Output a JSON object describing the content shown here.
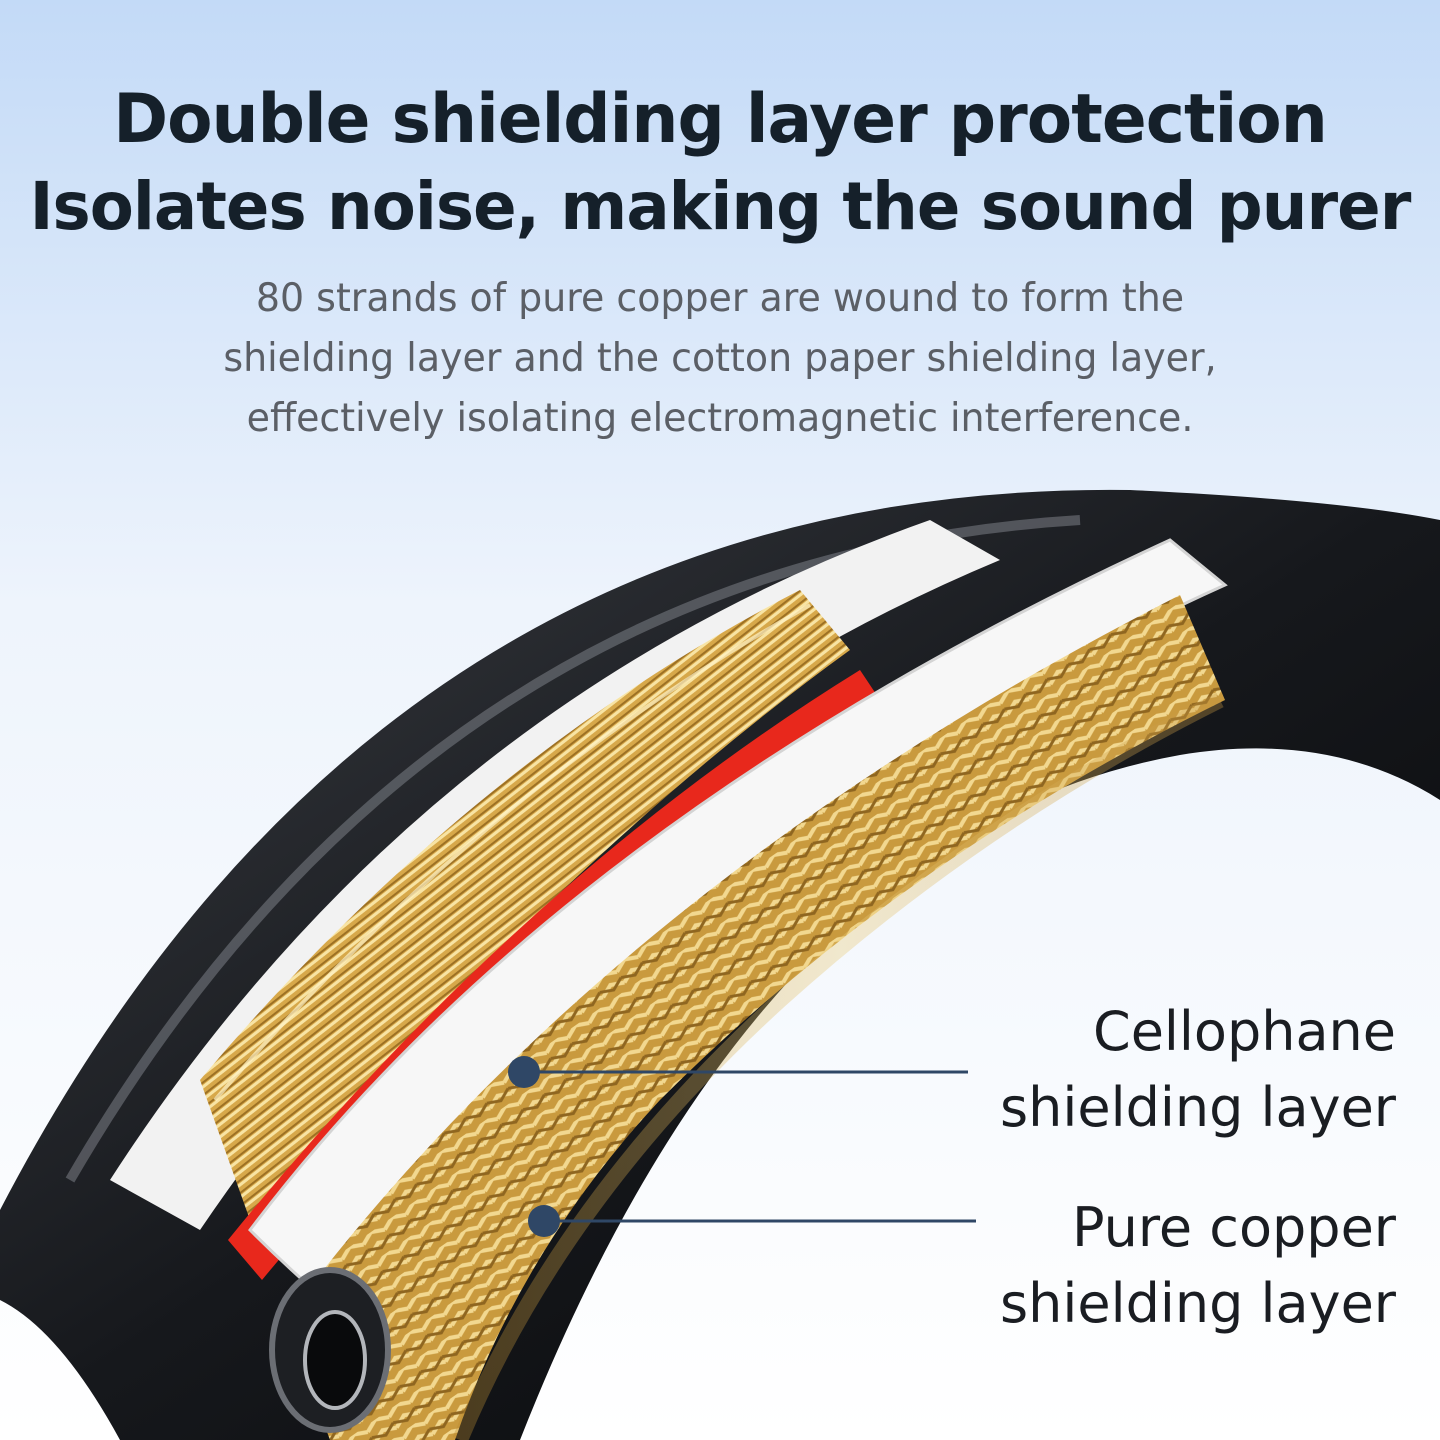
{
  "headline": {
    "line1": "Double shielding layer protection",
    "line2": "Isolates noise, making the sound purer"
  },
  "description": {
    "lines": [
      "80 strands of pure copper are wound to form the",
      "shielding layer and the cotton paper shielding layer,",
      "effectively isolating electromagnetic interference."
    ]
  },
  "callouts": [
    {
      "line1": "Cellophane",
      "line2": "shielding layer"
    },
    {
      "line1": "Pure copper",
      "line2": "shielding layer"
    }
  ],
  "colors": {
    "bg_top": "#c3daf7",
    "bg_bottom": "#ffffff",
    "jacket": "#15171b",
    "copper": "#d9aa4c",
    "foil": "#f2f2f2",
    "marker": "#2f4766",
    "accent_red": "#e8281c"
  }
}
